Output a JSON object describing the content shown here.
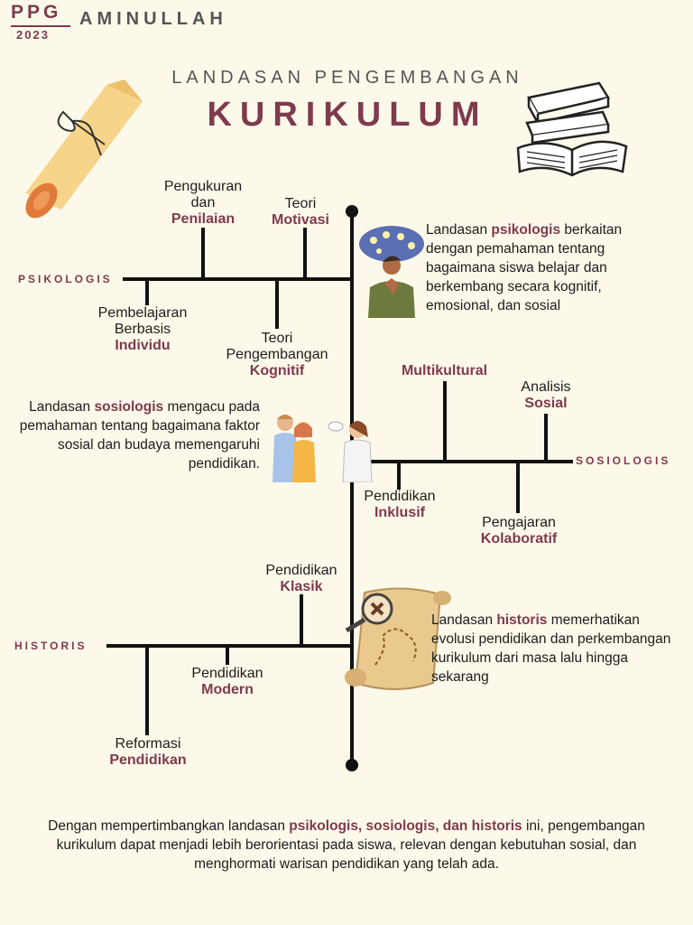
{
  "header": {
    "ppg": "PPG",
    "year": "2023",
    "author": "AMINULLAH",
    "subtitle": "LANDASAN PENGEMBANGAN",
    "title": "KURIKULUM"
  },
  "psikologis": {
    "category": "PSIKOLOGIS",
    "branches": {
      "pengukuran": {
        "line1": "Pengukuran",
        "line2": "dan",
        "accent": "Penilaian"
      },
      "motivasi": {
        "line1": "Teori",
        "accent": "Motivasi"
      },
      "individu": {
        "line1": "Pembelajaran",
        "line2": "Berbasis",
        "accent": "Individu"
      },
      "kognitif": {
        "line1": "Teori",
        "line2": "Pengembangan",
        "accent": "Kognitif"
      }
    },
    "description": {
      "pre": "Landasan ",
      "accent": "psikologis",
      "post": " berkaitan dengan pemahaman tentang bagaimana siswa belajar dan berkembang secara kognitif, emosional, dan sosial"
    }
  },
  "sosiologis": {
    "category": "SOSIOLOGIS",
    "branches": {
      "multikultural": {
        "accent": "Multikultural"
      },
      "sosial": {
        "line1": "Analisis",
        "accent": "Sosial"
      },
      "inklusif": {
        "line1": "Pendidikan",
        "accent": "Inklusif"
      },
      "kolaboratif": {
        "line1": "Pengajaran",
        "accent": "Kolaboratif"
      }
    },
    "description": {
      "pre": "Landasan ",
      "accent": "sosiologis",
      "post": " mengacu pada pemahaman tentang bagaimana faktor sosial dan budaya memengaruhi pendidikan."
    }
  },
  "historis": {
    "category": "HISTORIS",
    "branches": {
      "klasik": {
        "line1": "Pendidikan",
        "accent": "Klasik"
      },
      "modern": {
        "line1": "Pendidikan",
        "accent": "Modern"
      },
      "reformasi": {
        "line1": "Reformasi",
        "accent": "Pendidikan"
      }
    },
    "description": {
      "pre": "Landasan ",
      "accent": "historis",
      "post": " memerhatikan evolusi pendidikan dan perkembangan kurikulum dari masa lalu hingga sekarang"
    }
  },
  "footer": {
    "pre": "Dengan mempertimbangkan landasan ",
    "accent": "psikologis, sosiologis, dan historis",
    "post": " ini, pengembangan kurikulum dapat menjadi lebih berorientasi pada siswa, relevan dengan kebutuhan sosial, dan menghormati warisan pendidikan yang telah ada."
  },
  "colors": {
    "accent": "#7f3a4e",
    "background": "#fdf9ea",
    "line": "#111111"
  }
}
